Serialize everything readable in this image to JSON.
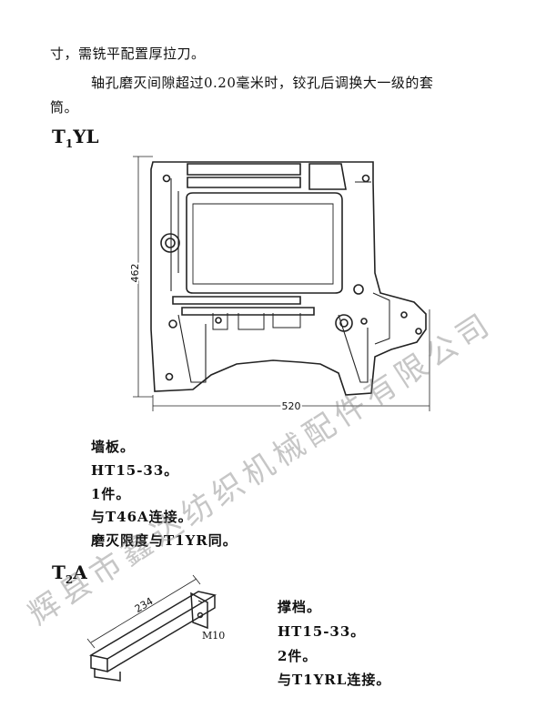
{
  "text": {
    "line1": "寸，需铣平配置厚拉刀。",
    "line2": "轴孔磨灭间隙超过0.20毫米时，铰孔后调换大一级的套",
    "line3": "筒。"
  },
  "part1": {
    "heading": "T1YL",
    "dim_height": "462",
    "dim_width": "520",
    "desc": [
      "墙板。",
      "HT15-33。",
      "1件。",
      "与T46A连接。",
      "磨灭限度与T1YR同。"
    ]
  },
  "part2": {
    "heading": "T2A",
    "dim_length": "234",
    "dim_thread": "M10",
    "desc": [
      "撑档。",
      "HT15-33。",
      "2件。",
      "与T1YRL连接。"
    ]
  },
  "watermark": "辉县市鑫达纺织机械配件有限公司"
}
